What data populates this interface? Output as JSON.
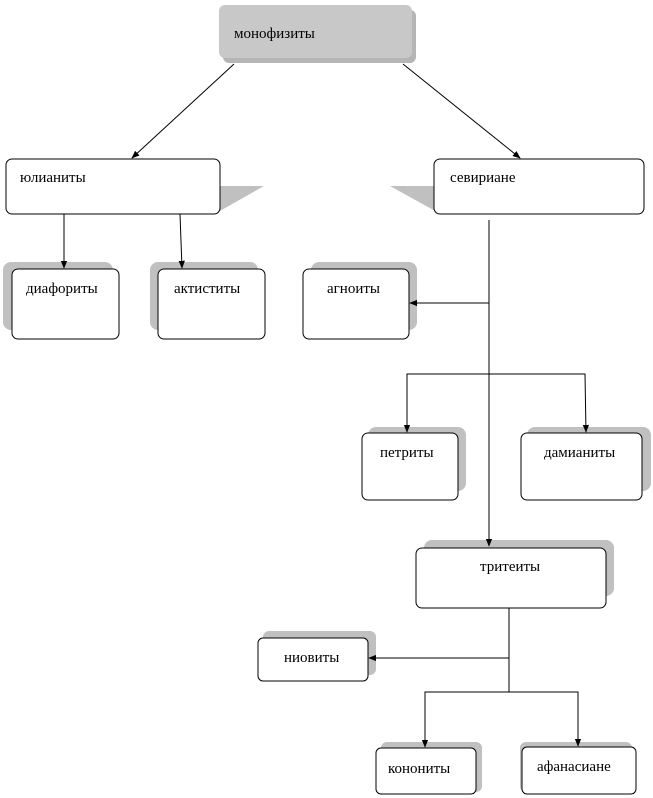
{
  "diagram": {
    "nodes": {
      "root": "монофизиты",
      "julianists": "юлианиты",
      "severians": "севириане",
      "aphthartodocetae": "диафориты",
      "actistetae": "актиститы",
      "agnoetae": "агноиты",
      "petrites": "петриты",
      "damianites": "дамианиты",
      "tritheists": "тритеиты",
      "niobites": "ниовиты",
      "cononites": "конониты",
      "athanasians": "афанасиане"
    },
    "colors": {
      "root_fill": "#c8c8c8",
      "shadow": "#c0c0c0",
      "line": "#000000",
      "box_border": "#000000"
    }
  }
}
